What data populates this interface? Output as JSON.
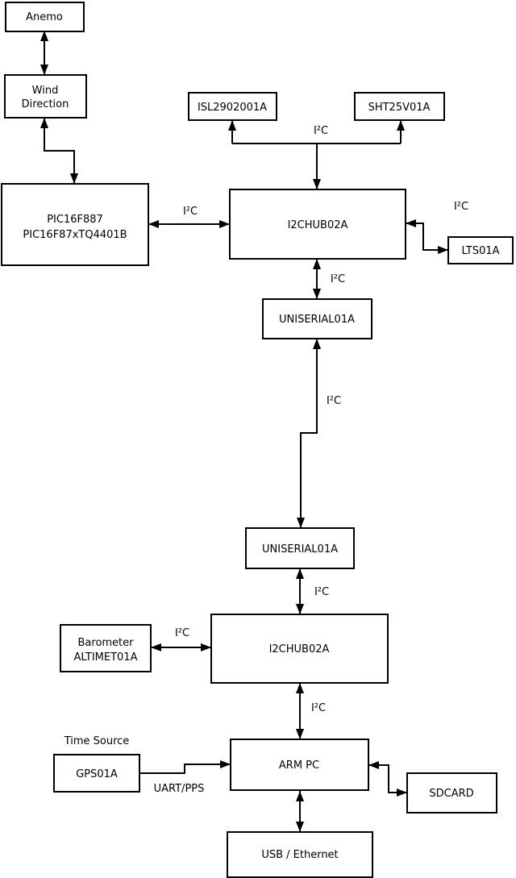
{
  "nodes": {
    "anemo": {
      "label": "Anemo"
    },
    "wind_direction": {
      "line1": "Wind",
      "line2": "Direction"
    },
    "pic": {
      "line1": "PIC16F887",
      "line2": "PIC16F87xTQ4401B"
    },
    "isl": {
      "label": "ISL2902001A"
    },
    "sht": {
      "label": "SHT25V01A"
    },
    "i2c_hub_upper": {
      "label": "I2CHUB02A"
    },
    "lts": {
      "label": "LTS01A"
    },
    "uniserial_upper": {
      "label": "UNISERIAL01A"
    },
    "uniserial_lower": {
      "label": "UNISERIAL01A"
    },
    "i2c_hub_lower": {
      "label": "I2CHUB02A"
    },
    "barometer": {
      "line1": "Barometer",
      "line2": "ALTIMET01A"
    },
    "gps": {
      "label": "GPS01A"
    },
    "arm_pc": {
      "label": "ARM PC"
    },
    "sdcard": {
      "label": "SDCARD"
    },
    "usb_ethernet": {
      "label": "USB / Ethernet"
    }
  },
  "edge_labels": {
    "i2c": "I²C",
    "uart_pps": "UART/PPS",
    "time_source": "Time Source"
  },
  "colors": {
    "line": "#000000",
    "node_fill": "#ffffff",
    "node_border": "#000000",
    "background": "#ffffff",
    "text": "#000000"
  }
}
